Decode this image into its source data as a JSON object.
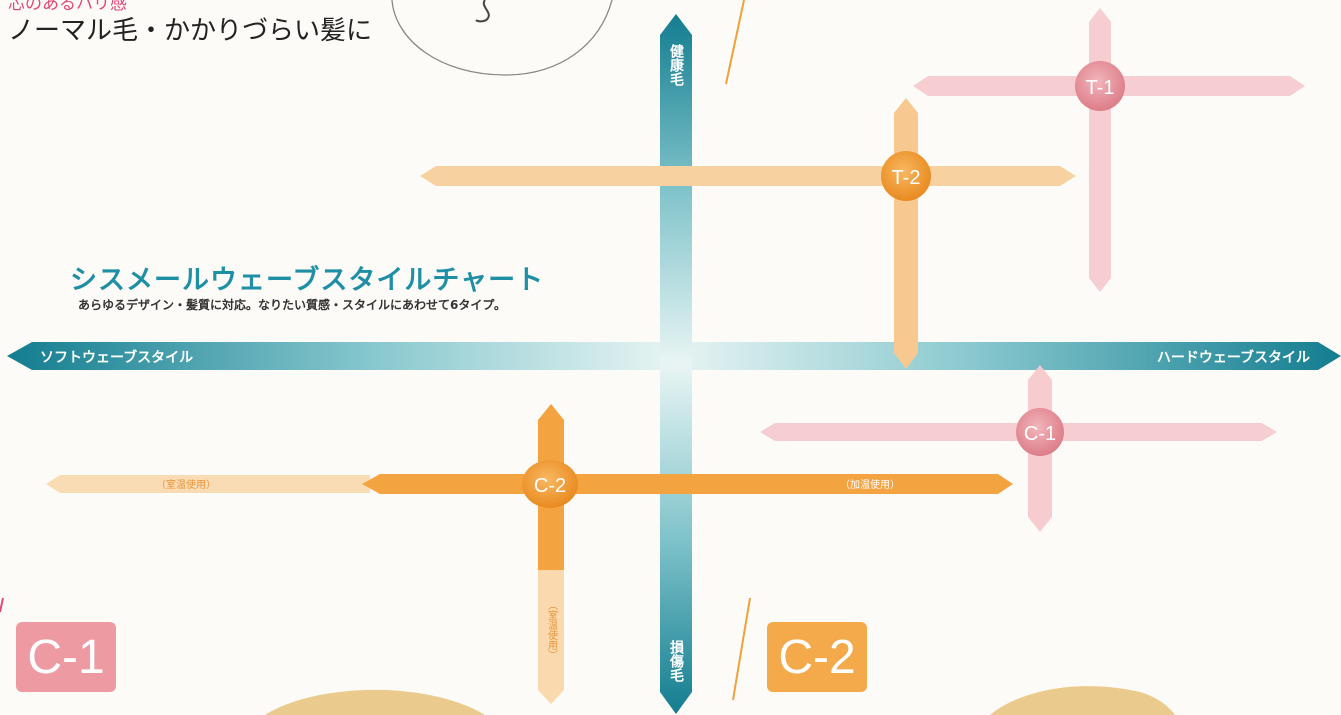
{
  "header": {
    "partial_text": "芯のあるハリ感",
    "subtitle": "ノーマル毛・かかりづらい髪に"
  },
  "chart": {
    "title": "シスメールウェーブスタイルチャート",
    "subtitle": "あらゆるデザイン・髪質に対応。なりたい質感・スタイルにあわせて6タイプ。",
    "axis_left": "ソフトウェーブスタイル",
    "axis_right": "ハードウェーブスタイル",
    "axis_top": "健康毛",
    "axis_bottom": "損傷毛"
  },
  "nodes": {
    "t1": "T-1",
    "t2": "T-2",
    "c1": "C-1",
    "c2": "C-2"
  },
  "notes": {
    "room_temp": "（室温使用）",
    "heated": "（加温使用）",
    "room_temp_vertical": "（室温使用）"
  },
  "big_labels": {
    "c1": "C-1",
    "c2": "C-2"
  },
  "colors": {
    "teal": "#1a8a9a",
    "orange": "#f3a33b",
    "light_orange": "#f8d2a0",
    "pink": "#f4c4c6",
    "pink_node": "#e98f9b"
  }
}
